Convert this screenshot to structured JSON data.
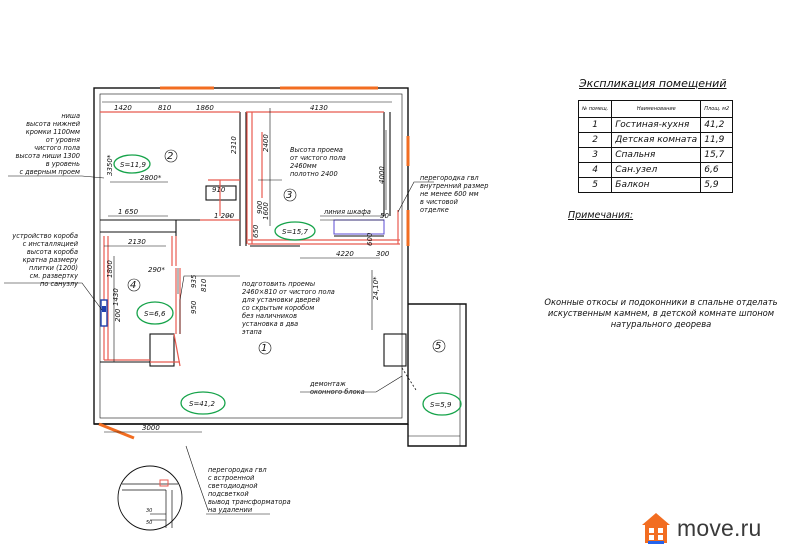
{
  "explication": {
    "title": "Экспликация помещений",
    "header_num": "№ помещ.",
    "header_name": "Наименование",
    "header_area": "Площ. м2",
    "rows": [
      {
        "num": "1",
        "name": "Гостиная-кухня",
        "area": "41,2"
      },
      {
        "num": "2",
        "name": "Детская комната",
        "area": "11,9"
      },
      {
        "num": "3",
        "name": "Спальня",
        "area": "15,7"
      },
      {
        "num": "4",
        "name": "Сан.узел",
        "area": "6,6"
      },
      {
        "num": "5",
        "name": "Балкон",
        "area": "5,9"
      }
    ]
  },
  "notes": {
    "title": "Примечания:",
    "text": "Оконные откосы и подоконники в спальне отделать искуственным камнем, в детской комнате шпоном натурального деорева"
  },
  "plan": {
    "rooms": [
      "1",
      "2",
      "3",
      "4",
      "5"
    ],
    "areas": [
      "S=11,9",
      "S=15,7",
      "S=6,6",
      "S=41,2",
      "S=5,9"
    ],
    "dims": {
      "d1420": "1420",
      "d810": "810",
      "d1860": "1860",
      "d4130": "4130",
      "d2800": "2800*",
      "d1650": "1 650",
      "d910": "910",
      "d1200": "1 200",
      "d2130": "2130",
      "d290": "290*",
      "d3000": "3000",
      "d4220": "4220",
      "d300": "300",
      "d50": "50",
      "d950": "950",
      "d810v": "810",
      "d3350": "3350*",
      "d2310": "2310",
      "d2400": "2400",
      "d4000": "4000",
      "d1600": "1600",
      "d650": "650",
      "d600": "600",
      "d1800": "1800",
      "d1430": "1430",
      "d900": "900",
      "d2410": "24,10*",
      "d200": "200",
      "d935": "935"
    },
    "annotations": {
      "niche": [
        "ниша",
        "высота нижней",
        "кромки 1100мм",
        "от уровня",
        "чистого пола",
        "высота ниши 1300",
        "в уровень",
        "с дверным проем"
      ],
      "opening": [
        "Высота проема",
        "от чистого пола",
        "2460мм",
        "полотно 2400"
      ],
      "gkl_wall": [
        "перегородка гвл",
        "внутренний размер",
        "не менее 600 мм",
        "в чистовой",
        "отделке"
      ],
      "wardrobe": "линия шкафа",
      "box": [
        "устройство короба",
        "с инсталляцией",
        "высота короба",
        "кратна размеру",
        "плитки (1200)",
        "см. развертку",
        "по санузлу"
      ],
      "doors": [
        "подготовить проемы",
        "2460×810 от чистого пола",
        "для установки дверей",
        "со скрытым коробом",
        "без наличников",
        "установка в два",
        "этапа"
      ],
      "dismantle": [
        "демонтаж",
        "оконного блока"
      ],
      "gkl_light": [
        "перегородка гвл",
        "с встроенной",
        "светодиодной",
        "подсветкой",
        "вывод трансформатора",
        "на удалении"
      ]
    }
  },
  "logo": {
    "text": "move.ru"
  },
  "colors": {
    "wall_new": "#e85a4f",
    "window": "#f26d21",
    "room_highlight": "#16a34a",
    "plumbing": "#1e40af"
  }
}
